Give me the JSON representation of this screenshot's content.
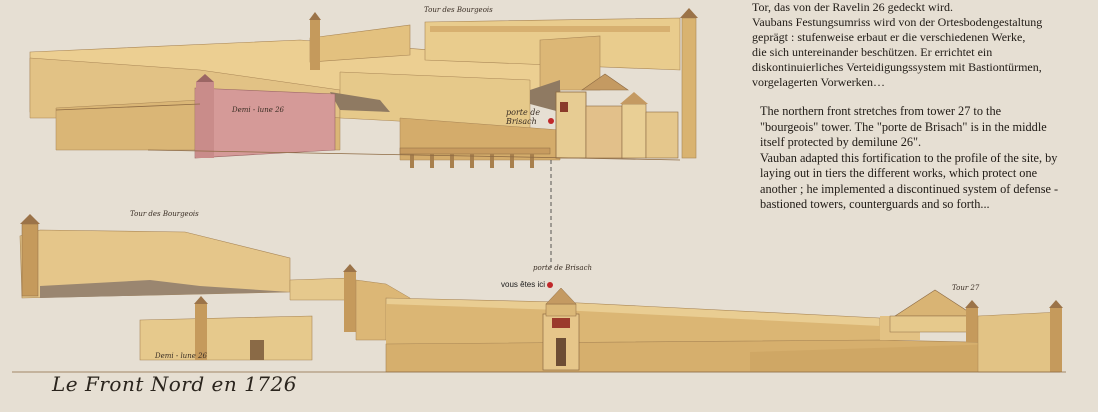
{
  "text": {
    "german": "Tor, das von der Ravelin 26 gedeckt wird.\nVaubans Festungsumriss wird von der Ortesbodengestaltung\ngeprägt : stufenweise erbaut er die verschiedenen Werke,\ndie sich untereinander beschützen. Er errichtet ein\ndiskontinuierliches Verteidigungssystem mit Bastiontürmen,\nvorgelagerten Vorwerken…",
    "english": "The northern front stretches from tower 27 to the\n\"bourgeois\" tower. The \"porte de Brisach\" is in the middle\nitself protected by demilune 26\".\nVauban adapted this fortification to the profile of the site, by\nlaying out in tiers the different works, which protect one\nanother ; he implemented a discontinued system of defense -\nbastioned towers, counterguards and so forth..."
  },
  "labels": {
    "tour_bourgeois_top": "Tour des Bourgeois",
    "demi_lune_top": "Demi - lune 26",
    "porte_brisach_top": "porte de Brisach",
    "tour_bourgeois_bottom": "Tour des Bourgeois",
    "porte_brisach_bottom": "porte de Brisach",
    "vous_etes_ici": "vous êtes ici",
    "tour_27": "Tour 27",
    "demi_lune_bottom": "Demi - lune 26",
    "title": "Le Front Nord en 1726"
  },
  "colors": {
    "stone_light": "#e9cf95",
    "stone_mid": "#d9b370",
    "stone_dark": "#b8874a",
    "roof": "#c9a56c",
    "pink": "#d59a98",
    "marker": "#c0282a"
  }
}
